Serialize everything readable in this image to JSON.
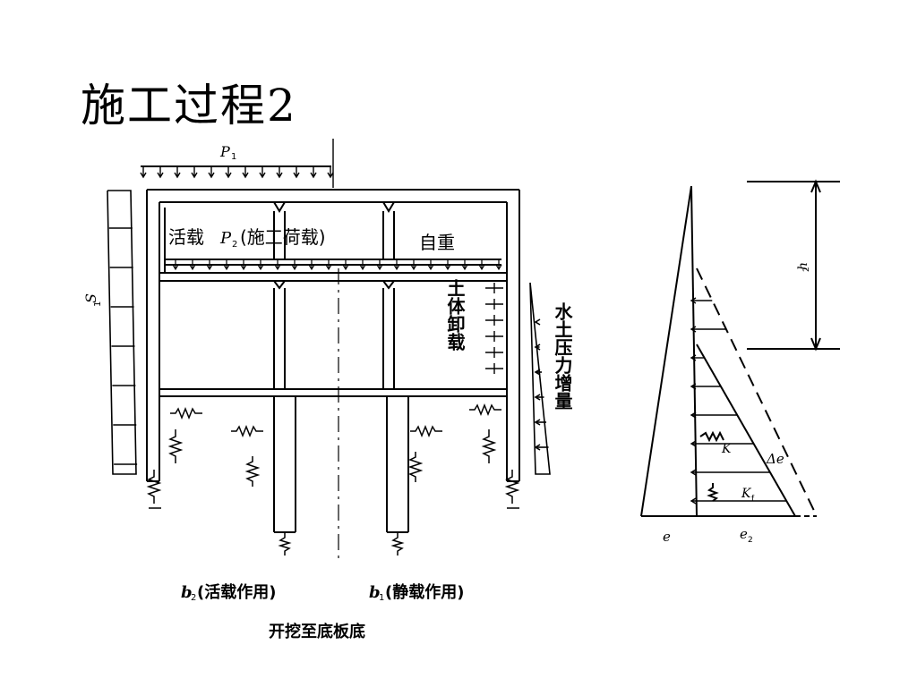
{
  "slide": {
    "title": "施工过程2"
  },
  "diagram": {
    "top_load_label": "P",
    "top_load_sub": "1",
    "settlement_label": "S",
    "settlement_sub": "1",
    "live_load_prefix": "活载",
    "live_load_symbol": "P",
    "live_load_sub": "2",
    "live_load_suffix": "(施工荷载)",
    "self_weight_label": "自重",
    "soil_unload_label": "土体卸载",
    "water_pressure_label": "水土压力增量",
    "b2_symbol": "b",
    "b2_sub": "2",
    "b2_caption": "(活载作用)",
    "b1_symbol": "b",
    "b1_sub": "1",
    "b1_caption": "(静载作用)",
    "bottom_caption": "开挖至底板底",
    "h2_label": "h",
    "h2_sub": "2",
    "k_label": "K",
    "kf_label": "K",
    "kf_sub": "f",
    "delta_e_label": "Δe",
    "e_label": "e",
    "e2_label": "e",
    "e2_sub": "2"
  }
}
